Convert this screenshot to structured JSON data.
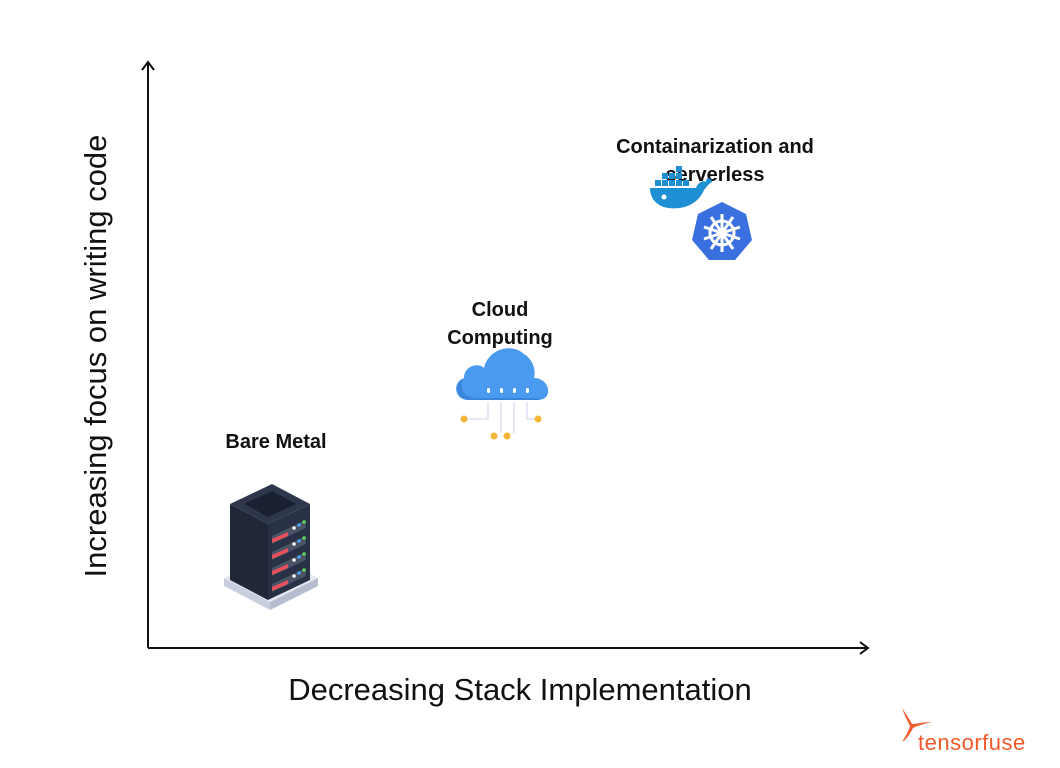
{
  "diagram": {
    "x_axis_label": "Decreasing Stack Implementation",
    "y_axis_label": "Increasing focus on writing code",
    "stages": [
      {
        "label": "Bare Metal",
        "icon": "server-rack-icon"
      },
      {
        "label": "Cloud\nComputing",
        "icon": "cloud-icon"
      },
      {
        "label": "Containarization and\nserverless",
        "icons": [
          "docker-whale-icon",
          "kubernetes-icon"
        ]
      }
    ],
    "colors": {
      "server_body": "#232c3f",
      "server_led_red": "#e8505b",
      "cloud": "#4a9bf0",
      "cloud_dots": "#f4b63a",
      "docker": "#1d8fd2",
      "kubernetes": "#3a6fe0",
      "brand": "#ee5a2b"
    }
  },
  "brand": {
    "name": "tensorfuse"
  }
}
